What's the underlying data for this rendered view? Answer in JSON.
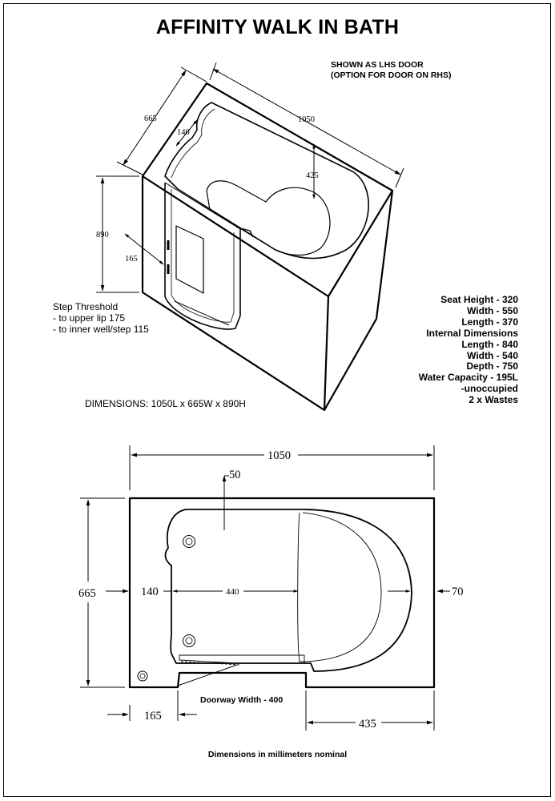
{
  "title": "AFFINITY WALK IN BATH",
  "door_note": {
    "line1": "SHOWN AS LHS DOOR",
    "line2": "(OPTION FOR DOOR ON RHS)"
  },
  "iso_labels": {
    "width_665": "665",
    "length_1050": "1050",
    "inner_140": "140",
    "depth_425": "425",
    "height_890": "890",
    "step_165": "165"
  },
  "step_threshold": {
    "heading": "Step Threshold",
    "upper": "- to upper lip 175",
    "inner": "- to inner well/step 115"
  },
  "dimensions_summary": "DIMENSIONS: 1050L x 665W x 890H",
  "specs": [
    "Seat Height - 320",
    "Width - 550",
    "Length - 370",
    "Internal Dimensions",
    "Length - 840",
    "Width - 540",
    "Depth - 750",
    "Water Capacity - 195L",
    "-unoccupied",
    "2 x Wastes"
  ],
  "plan_labels": {
    "overall_length": "1050",
    "top_offset": "50",
    "overall_width": "665",
    "left_wall": "140",
    "inner_length": "440",
    "right_wall": "70",
    "step_width": "165",
    "right_segment": "435"
  },
  "doorway": "Doorway Width - 400",
  "footnote": "Dimensions in millimeters nominal"
}
